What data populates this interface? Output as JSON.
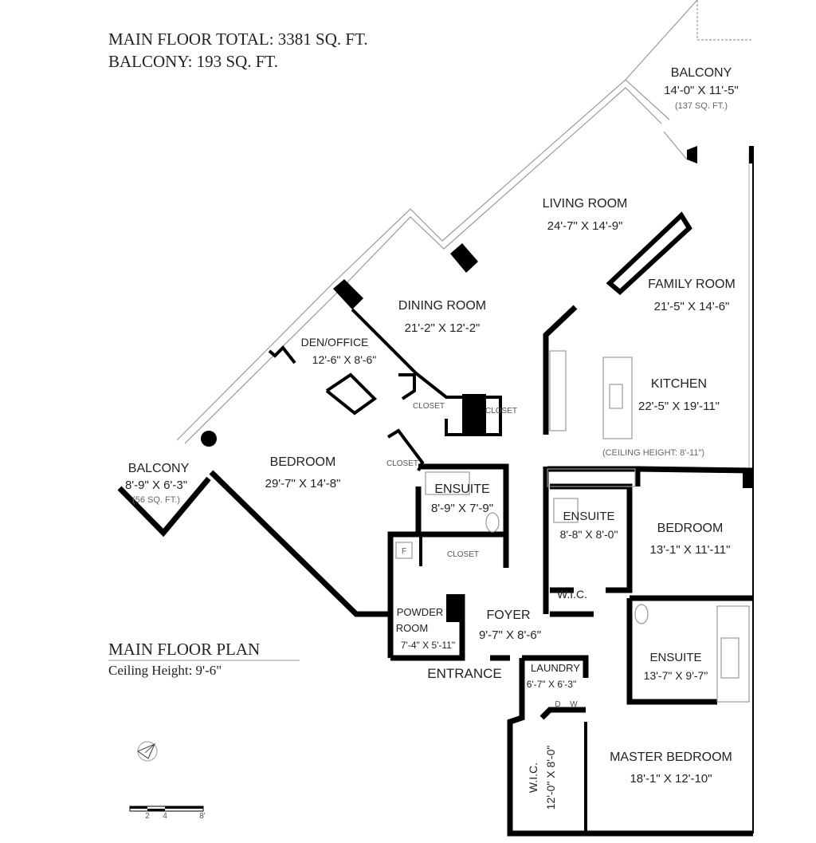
{
  "header": {
    "total": "MAIN FLOOR TOTAL: 3381 SQ. FT.",
    "balcony_total": "BALCONY: 193 SQ. FT."
  },
  "plan": {
    "title": "MAIN FLOOR PLAN",
    "ceiling": "Ceiling Height: 9'-6\""
  },
  "rooms": {
    "balcony_ne": {
      "name": "BALCONY",
      "dims": "14'-0\" X 11'-5\"",
      "area": "(137 SQ. FT.)"
    },
    "living": {
      "name": "LIVING ROOM",
      "dims": "24'-7\" X 14'-9\""
    },
    "family": {
      "name": "FAMILY ROOM",
      "dims": "21'-5\" X 14'-6\""
    },
    "dining": {
      "name": "DINING ROOM",
      "dims": "21'-2\" X 12'-2\""
    },
    "den": {
      "name": "DEN/OFFICE",
      "dims": "12'-6\" X 8'-6\""
    },
    "kitchen": {
      "name": "KITCHEN",
      "dims": "22'-5\" X 19'-11\"",
      "note": "(CEILING HEIGHT: 8'-11\")"
    },
    "balcony_w": {
      "name": "BALCONY",
      "dims": "8'-9\" X 6'-3\"",
      "area": "(56 SQ. FT.)"
    },
    "bedroom1": {
      "name": "BEDROOM",
      "dims": "29'-7\" X 14'-8\""
    },
    "ensuite1": {
      "name": "ENSUITE",
      "dims": "8'-9\" X 7'-9\""
    },
    "ensuite2": {
      "name": "ENSUITE",
      "dims": "8'-8\" X 8'-0\""
    },
    "bedroom2": {
      "name": "BEDROOM",
      "dims": "13'-1\" X 11'-11\""
    },
    "wic1": {
      "name": "W.I.C."
    },
    "powder": {
      "name1": "POWDER",
      "name2": "ROOM",
      "dims": "7'-4\" X 5'-11\""
    },
    "foyer": {
      "name": "FOYER",
      "dims": "9'-7\" X 8'-6\""
    },
    "entrance": {
      "name": "ENTRANCE"
    },
    "laundry": {
      "name": "LAUNDRY",
      "dims": "6'-7\" X 6'-3\""
    },
    "ensuite3": {
      "name": "ENSUITE",
      "dims": "13'-7\" X 9'-7\""
    },
    "master": {
      "name": "MASTER BEDROOM",
      "dims": "18'-1\" X 12'-10\""
    },
    "wic2": {
      "name": "W.I.C.",
      "dims": "12'-0\" X 8'-0\""
    }
  },
  "closets": [
    "CLOSET",
    "CLOSET",
    "CLOSET",
    "CLOSET"
  ],
  "fixtures": {
    "fridge": "F",
    "dryer": "D",
    "washer": "W"
  },
  "scale": {
    "ticks": [
      "2",
      "4",
      "8'"
    ]
  },
  "icons": {
    "compass": "north-arrow-icon",
    "scale": "scale-bar-icon"
  }
}
